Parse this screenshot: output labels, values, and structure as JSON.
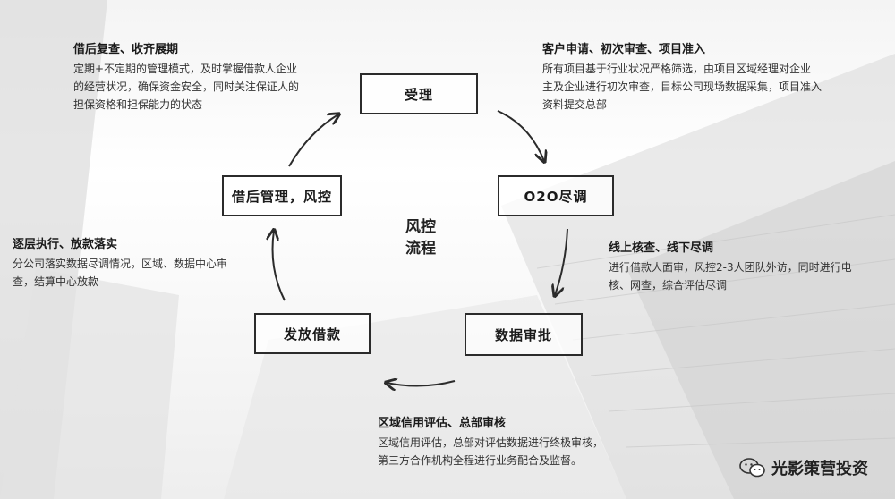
{
  "diagram": {
    "center_label": [
      "风控",
      "流程"
    ],
    "nodes": {
      "accept": "受理",
      "o2o": "O2O尽调",
      "approval": "数据审批",
      "loan": "发放借款",
      "post": "借后管理，风控"
    },
    "notes": {
      "top_left": {
        "title": "借后复查、收齐展期",
        "lines": [
          "定期+不定期的管理模式，及时掌握借款人企业",
          "的经营状况，确保资金安全，同时关注保证人的",
          "担保资格和担保能力的状态"
        ]
      },
      "top_right": {
        "title": "客户申请、初次审查、项目准入",
        "lines": [
          "所有项目基于行业状况严格筛选，由项目区域经理对企业",
          "主及企业进行初次审查，目标公司现场数据采集，项目准入",
          "资料提交总部"
        ]
      },
      "mid_right": {
        "title": "线上核查、线下尽调",
        "lines": [
          "进行借款人面审，风控2-3人团队外访，同时进行电",
          "核、网查，综合评估尽调"
        ]
      },
      "bottom": {
        "title": "区域信用评估、总部审核",
        "lines": [
          "区域信用评估，总部对评估数据进行终极审核，",
          "第三方合作机构全程进行业务配合及监督。"
        ]
      },
      "mid_left": {
        "title": "逐层执行、放款落实",
        "lines": [
          "分公司落实数据尽调情况，区域、数据中心审",
          "查，结算中心放款"
        ]
      }
    }
  },
  "watermark": "光影策营投资"
}
